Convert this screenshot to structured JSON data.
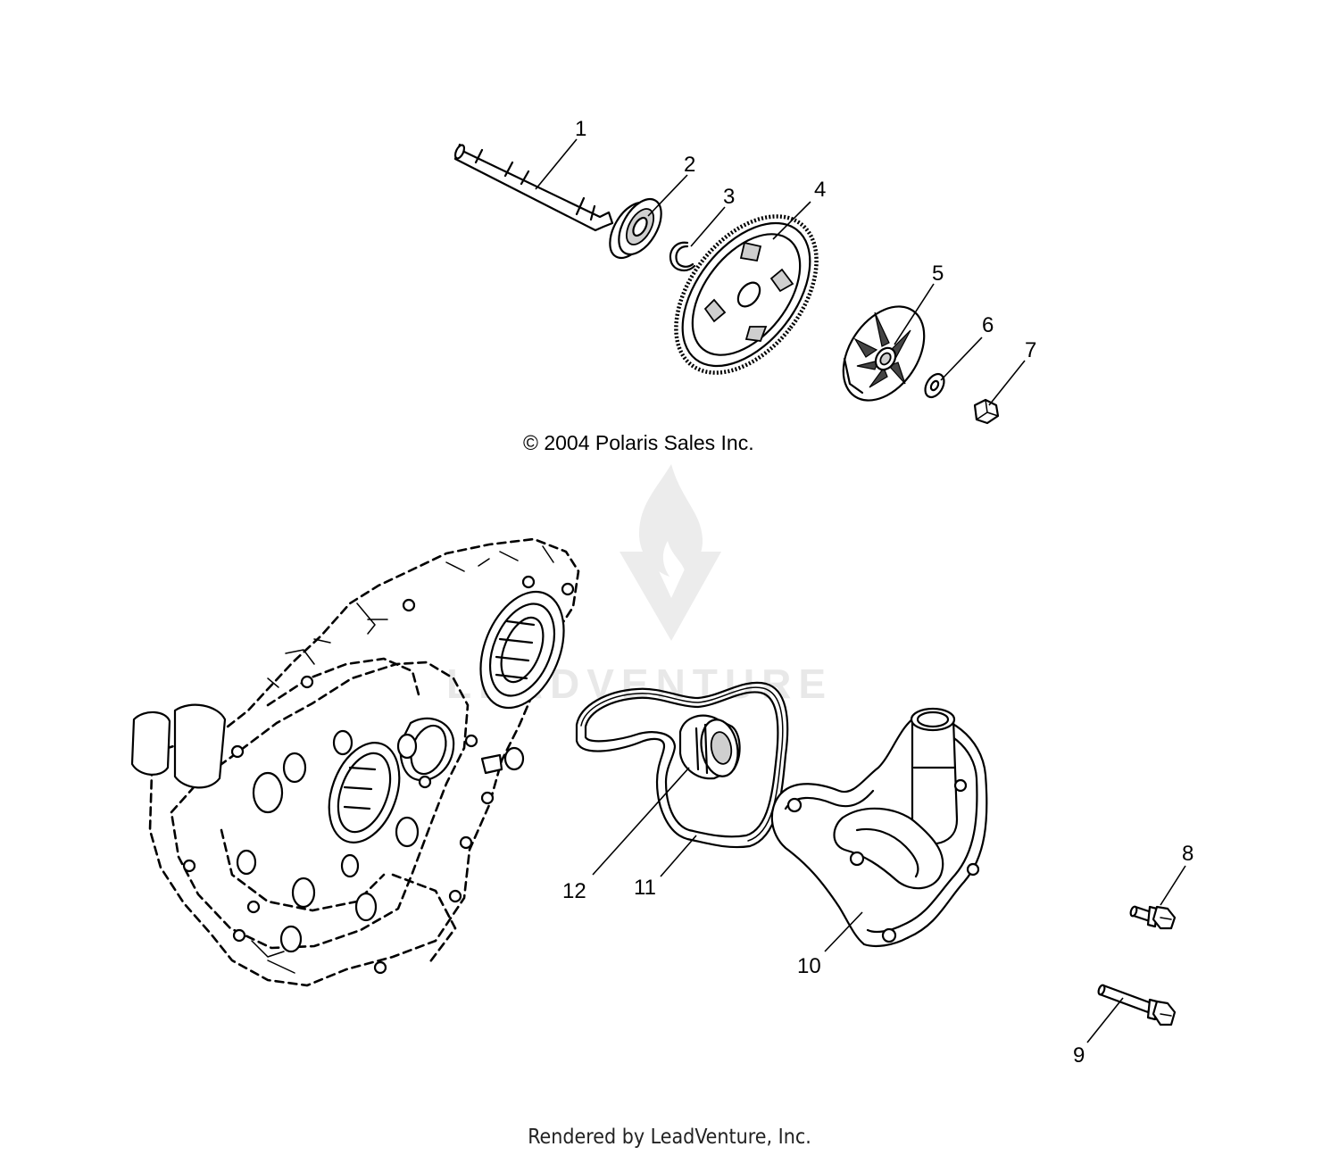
{
  "diagram": {
    "copyright": "© 2004 Polaris Sales Inc.",
    "rendered_by": "Rendered by LeadVenture, Inc.",
    "watermark": "LEADVENTURE",
    "callouts": [
      "1",
      "2",
      "3",
      "4",
      "5",
      "6",
      "7",
      "8",
      "9",
      "10",
      "11",
      "12"
    ]
  }
}
